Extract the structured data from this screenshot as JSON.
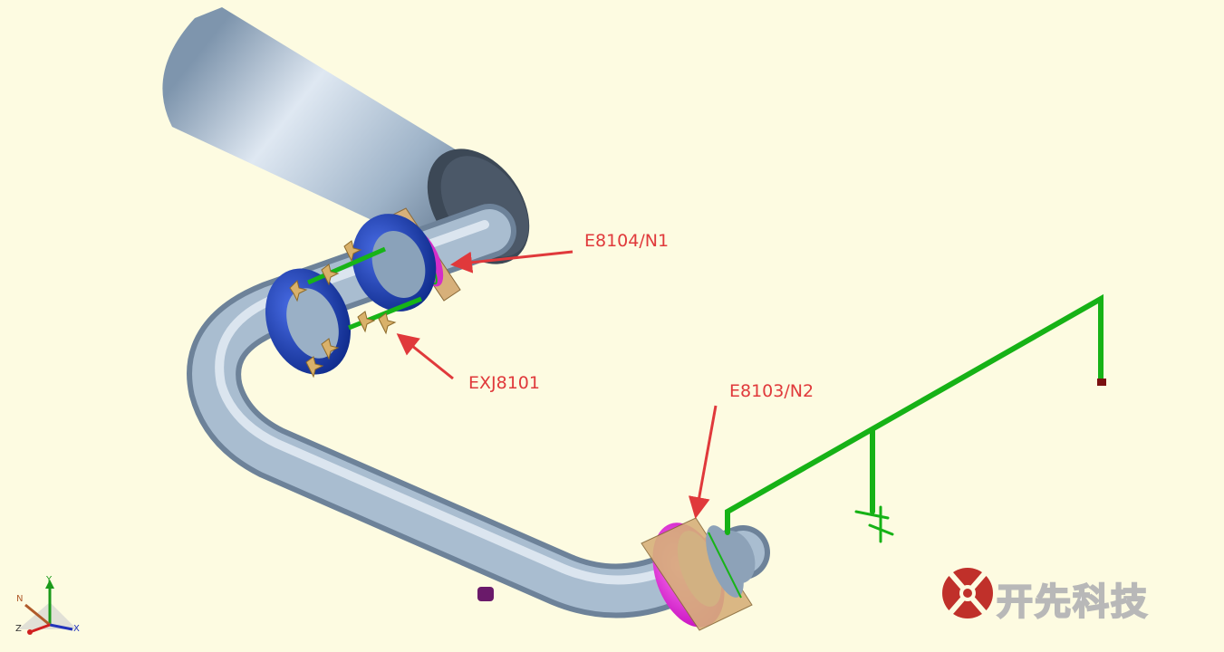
{
  "callouts": {
    "e8104": "E8104/N1",
    "exj": "EXJ8101",
    "e8103": "E8103/N2"
  },
  "axis_labels": {
    "y": "Y",
    "n": "N",
    "z": "Z",
    "x": "X"
  },
  "brand": {
    "text": "开先科技"
  },
  "colors": {
    "background": "#fdfbe1",
    "pipe_steel": "#9db2c8",
    "pipe_green": "#16b216",
    "ring_blue": "#1e3fb0",
    "ring_magenta": "#e21ad8",
    "plate_tan": "#d7b07a",
    "callout_red": "#e0393b",
    "brand_red": "#c0302a"
  },
  "icons": [
    "nozzle-flange-icon",
    "expansion-joint-icon",
    "support-anchor-icon",
    "axis-triad-icon",
    "brand-logo-icon"
  ]
}
